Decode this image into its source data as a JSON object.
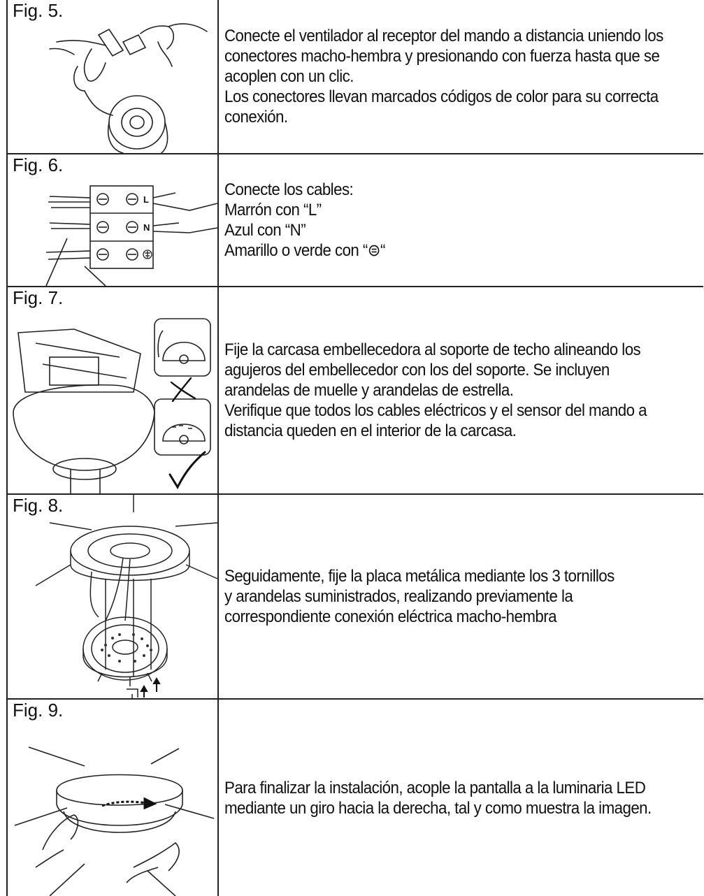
{
  "rows": [
    {
      "label": "Fig. 5.",
      "lines": [
        "Conecte el ventilador al receptor del mando a distancia uniendo los",
        "conectores macho-hembra y presionando con fuerza hasta que se",
        "acoplen con un clic.",
        "Los conectores llevan marcados códigos de color para su correcta",
        "conexión."
      ]
    },
    {
      "label": "Fig. 6.",
      "lines": [
        "Conecte los cables:",
        "Marrón con “L”",
        "Azul con “N”",
        "Amarillo o verde con “⊜“"
      ],
      "terminal_marks": [
        "L",
        "N"
      ]
    },
    {
      "label": "Fig. 7.",
      "lines": [
        "Fije la carcasa embellecedora al soporte de techo alineando los",
        "agujeros del embellecedor con los del soporte. Se incluyen",
        "arandelas de muelle y arandelas de estrella.",
        "Verifique que todos los cables eléctricos y el sensor del mando a",
        "distancia queden en el interior de la carcasa."
      ],
      "marks": [
        "cross-mark-icon",
        "check-mark-icon"
      ]
    },
    {
      "label": "Fig. 8.",
      "lines": [
        "Seguidamente, fije la placa metálica mediante los 3 tornillos",
        "y arandelas suministrados, realizando previamente la",
        "correspondiente conexión eléctrica macho-hembra"
      ]
    },
    {
      "label": "Fig. 9.",
      "lines": [
        "Para finalizar la instalación, acople la pantalla a la luminaria LED",
        "mediante un giro hacia la derecha, tal y como muestra la imagen."
      ]
    }
  ]
}
